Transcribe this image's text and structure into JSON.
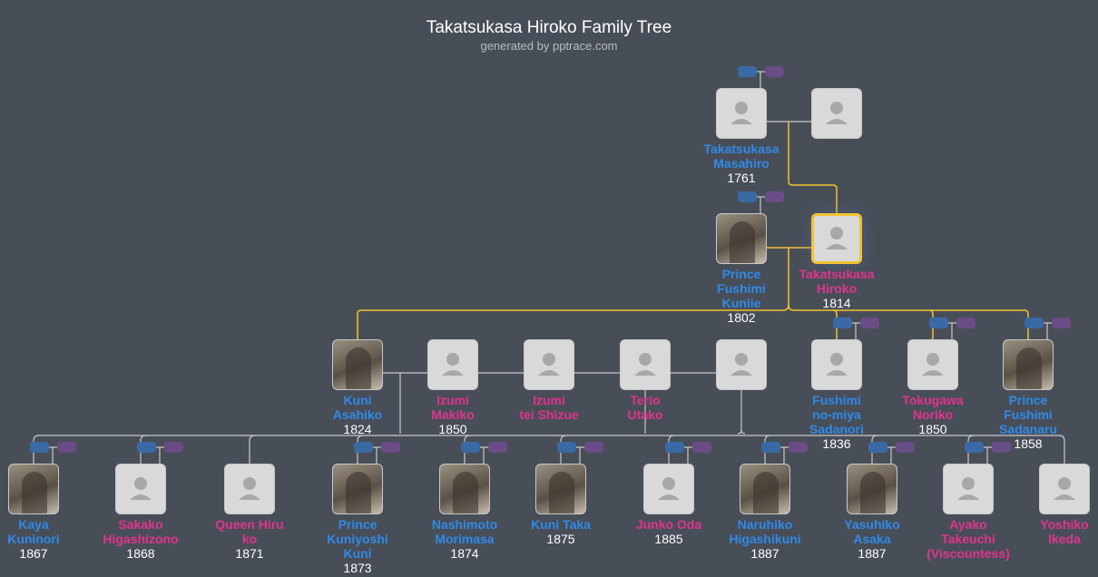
{
  "header": {
    "title": "Takatsukasa Hiroko Family Tree",
    "subtitle": "generated by pptrace.com"
  },
  "colors": {
    "male": "#2f8ae8",
    "female": "#e0348e",
    "focus_border": "#f1c232",
    "lineage_line": "#f1c232",
    "line": "#c8c8c8"
  },
  "people": [
    {
      "id": "masahiro",
      "name": [
        "Takatsukasa",
        "Masahiro"
      ],
      "year": "1761",
      "gender": "m",
      "photo": false,
      "pills": true
    },
    {
      "id": "masahiro-spouse",
      "name": [],
      "year": "",
      "gender": "f",
      "photo": false,
      "pills": false
    },
    {
      "id": "kuniie",
      "name": [
        "Prince",
        "Fushimi",
        "Kuniie"
      ],
      "year": "1802",
      "gender": "m",
      "photo": true,
      "pills": true
    },
    {
      "id": "hiroko",
      "name": [
        "Takatsukasa",
        "Hiroko"
      ],
      "year": "1814",
      "gender": "f",
      "photo": false,
      "pills": false,
      "focus": true
    },
    {
      "id": "asahiko",
      "name": [
        "Kuni",
        "Asahiko"
      ],
      "year": "1824",
      "gender": "m",
      "photo": true,
      "pills": false
    },
    {
      "id": "makiko",
      "name": [
        "Izumi",
        "Makiko"
      ],
      "year": "1850",
      "gender": "f",
      "photo": false,
      "pills": false
    },
    {
      "id": "shizue",
      "name": [
        "Izumi",
        "tei Shizue"
      ],
      "year": "",
      "gender": "f",
      "photo": false,
      "pills": false
    },
    {
      "id": "utako",
      "name": [
        "Terio",
        "Utako"
      ],
      "year": "",
      "gender": "f",
      "photo": false,
      "pills": false
    },
    {
      "id": "unknown",
      "name": [],
      "year": "",
      "gender": "f",
      "photo": false,
      "pills": false
    },
    {
      "id": "sadanori",
      "name": [
        "Fushimi",
        "no-miya",
        "Sadanori"
      ],
      "year": "1836",
      "gender": "m",
      "photo": false,
      "pills": true
    },
    {
      "id": "noriko",
      "name": [
        "Tokugawa",
        "Noriko"
      ],
      "year": "1850",
      "gender": "f",
      "photo": false,
      "pills": true
    },
    {
      "id": "sadanaru",
      "name": [
        "Prince",
        "Fushimi",
        "Sadanaru"
      ],
      "year": "1858",
      "gender": "m",
      "photo": true,
      "pills": true
    },
    {
      "id": "kuninori",
      "name": [
        "Kaya",
        "Kuninori"
      ],
      "year": "1867",
      "gender": "m",
      "photo": true,
      "pills": true
    },
    {
      "id": "sakako",
      "name": [
        "Sakako",
        "Higashizono"
      ],
      "year": "1868",
      "gender": "f",
      "photo": false,
      "pills": true
    },
    {
      "id": "hiruko",
      "name": [
        "Queen Hiru",
        "ko"
      ],
      "year": "1871",
      "gender": "f",
      "photo": false,
      "pills": false
    },
    {
      "id": "kuniyoshi",
      "name": [
        "Prince",
        "Kuniyoshi",
        "Kuni"
      ],
      "year": "1873",
      "gender": "m",
      "photo": true,
      "pills": true
    },
    {
      "id": "morimasa",
      "name": [
        "Nashimoto",
        "Morimasa"
      ],
      "year": "1874",
      "gender": "m",
      "photo": true,
      "pills": true
    },
    {
      "id": "taka",
      "name": [
        "Kuni Taka"
      ],
      "year": "1875",
      "gender": "m",
      "photo": true,
      "pills": true
    },
    {
      "id": "junko",
      "name": [
        "Junko Oda"
      ],
      "year": "1885",
      "gender": "f",
      "photo": false,
      "pills": true
    },
    {
      "id": "naruhiko",
      "name": [
        "Naruhiko",
        "Higashikuni"
      ],
      "year": "1887",
      "gender": "m",
      "photo": true,
      "pills": true
    },
    {
      "id": "yasuhiko",
      "name": [
        "Yasuhiko",
        "Asaka"
      ],
      "year": "1887",
      "gender": "m",
      "photo": true,
      "pills": true
    },
    {
      "id": "ayako",
      "name": [
        "Ayako",
        "Takeuchi",
        "(Viscountess)"
      ],
      "year": "",
      "gender": "f",
      "photo": false,
      "pills": true
    },
    {
      "id": "yoshiko",
      "name": [
        "Yoshiko",
        "Ikeda"
      ],
      "year": "",
      "gender": "f",
      "photo": false,
      "pills": false
    }
  ]
}
